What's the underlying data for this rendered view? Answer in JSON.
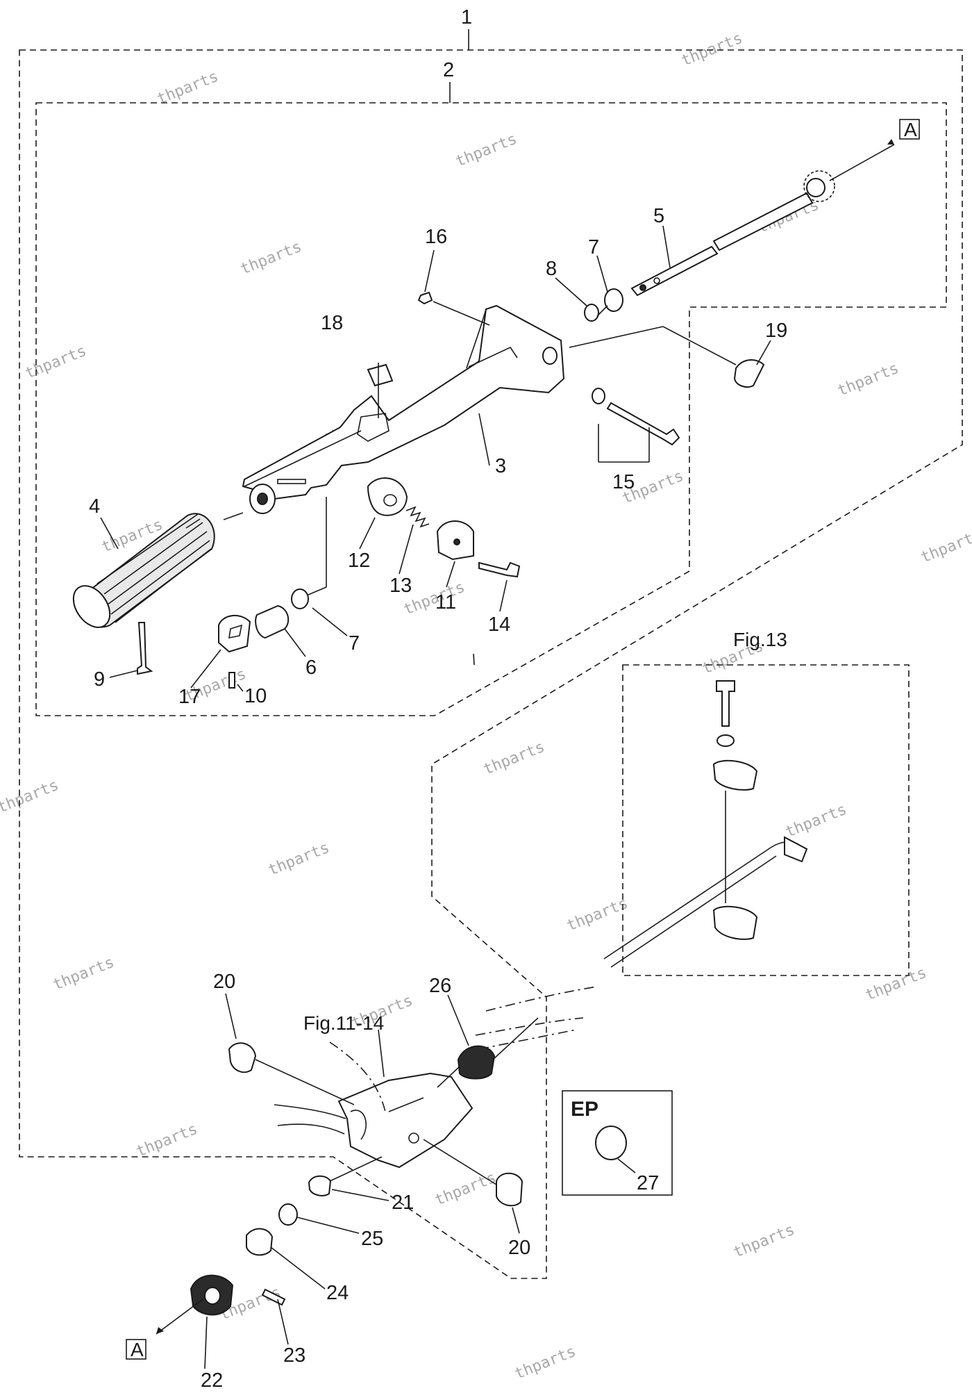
{
  "diagram": {
    "callouts": [
      "1",
      "2",
      "3",
      "4",
      "5",
      "6",
      "7",
      "7",
      "8",
      "9",
      "10",
      "11",
      "12",
      "13",
      "14",
      "15",
      "16",
      "17",
      "18",
      "19",
      "20",
      "20",
      "21",
      "22",
      "23",
      "24",
      "25",
      "26",
      "27"
    ],
    "figure_refs": {
      "fig13": "Fig.13",
      "fig11_14": "Fig.11-14"
    },
    "ref_box_label": "A",
    "ep_label": "EP",
    "watermark": "thparts"
  }
}
